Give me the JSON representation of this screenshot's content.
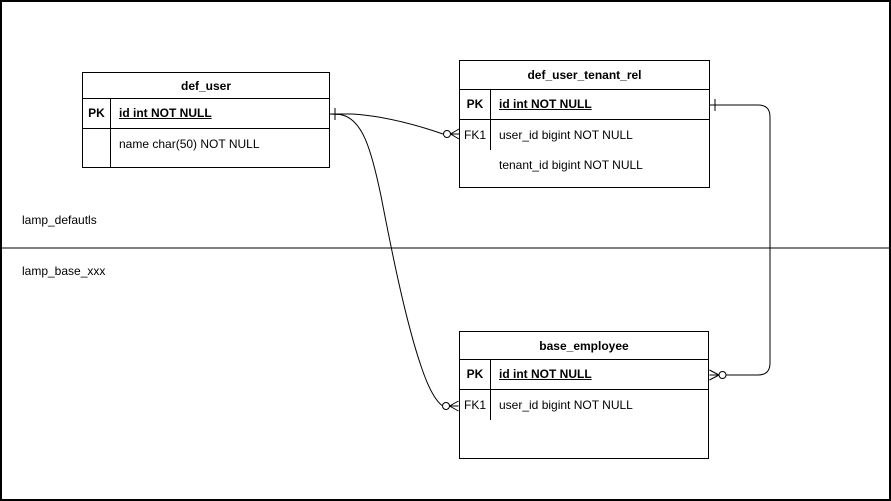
{
  "diagram_type": "entity-relationship",
  "zones": {
    "top": "lamp_defautls",
    "bottom": "lamp_base_xxx"
  },
  "tables": {
    "def_user": {
      "title": "def_user",
      "rows": {
        "pk": {
          "key": "PK",
          "text": "id int NOT NULL"
        },
        "name": {
          "key": "",
          "text": "name char(50) NOT NULL"
        }
      }
    },
    "def_user_tenant_rel": {
      "title": "def_user_tenant_rel",
      "rows": {
        "pk": {
          "key": "PK",
          "text": "id int NOT NULL"
        },
        "fk1": {
          "key": "FK1",
          "text": "user_id bigint NOT NULL"
        },
        "tenant": {
          "key": "",
          "text": "tenant_id bigint NOT NULL"
        }
      }
    },
    "base_employee": {
      "title": "base_employee",
      "rows": {
        "pk": {
          "key": "PK",
          "text": "id int NOT NULL"
        },
        "fk1": {
          "key": "FK1",
          "text": "user_id bigint NOT NULL"
        }
      }
    }
  },
  "relationships": [
    {
      "from": "def_user.id",
      "to": "def_user_tenant_rel.user_id",
      "from_cardinality": "one",
      "to_cardinality": "zero-or-many"
    },
    {
      "from": "def_user.id",
      "to": "base_employee.user_id",
      "from_cardinality": "one",
      "to_cardinality": "zero-or-many"
    },
    {
      "from": "def_user_tenant_rel.id",
      "to": "base_employee.id",
      "from_cardinality": "one",
      "to_cardinality": "zero-or-many"
    }
  ],
  "colors": {
    "line": "#000000",
    "background": "#ffffff",
    "text": "#000000"
  }
}
